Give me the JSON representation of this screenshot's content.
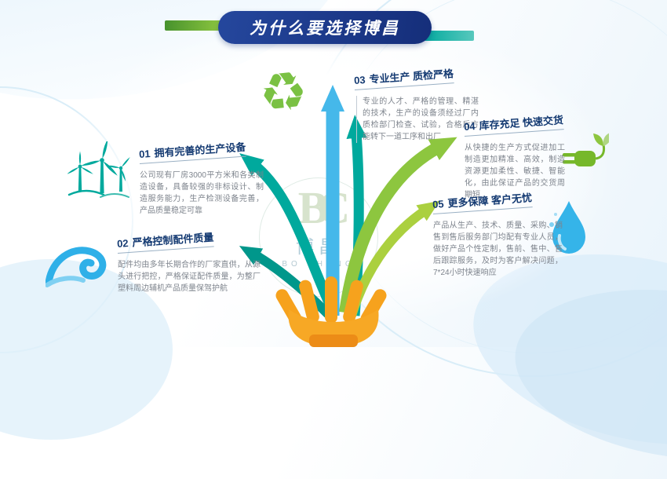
{
  "banner": {
    "title": "为什么要选择博昌"
  },
  "watermark": {
    "monogram": "BC",
    "name_cn": "博昌",
    "name_en": "BO CHENG"
  },
  "sections": [
    {
      "num": "01",
      "title": "拥有完善的生产设备",
      "icon": "wind-turbine-icon",
      "body": "公司现有厂房3000平方米和各类制造设备，具备较强的非标设计、制造服务能力，生产检测设备完善，产品质量稳定可靠"
    },
    {
      "num": "02",
      "title": "严格控制配件质量",
      "icon": "wave-icon",
      "body": "配件均由多年长期合作的厂家直供，从源头进行把控，严格保证配件质量，为整厂塑料周边辅机产品质量保驾护航"
    },
    {
      "num": "03",
      "title": "专业生产 质检严格",
      "icon": "recycle-icon",
      "body": "专业的人才、严格的管理、精湛的技术，生产的设备须经过厂内质检部门检查、试验，合格后方能转下一道工序和出厂"
    },
    {
      "num": "04",
      "title": "库存充足 快速交货",
      "icon": "eco-plug-icon",
      "body": "从快捷的生产方式促进加工制造更加精准、高效，制造资源更加柔性、敏捷、智能化，由此保证产品的交货周期短"
    },
    {
      "num": "05",
      "title": "更多保障 客户无忧",
      "icon": "water-drop-icon",
      "body": "产品从生产、技术、质量、采购、销售到售后服务部门均配有专业人员，做好产品个性定制，售前、售中、售后跟踪服务，及时为客户解决问题，7*24小时快速响应"
    }
  ],
  "icon_glyphs": {
    "recycle": "♻"
  },
  "colors": {
    "banner_blue": "#1c3f94",
    "accent_green": "#8dc63f",
    "accent_teal": "#00a99d",
    "arrow_blue": "#45b8ea",
    "hand_orange": "#f6a21d",
    "title_navy": "#143a72"
  }
}
